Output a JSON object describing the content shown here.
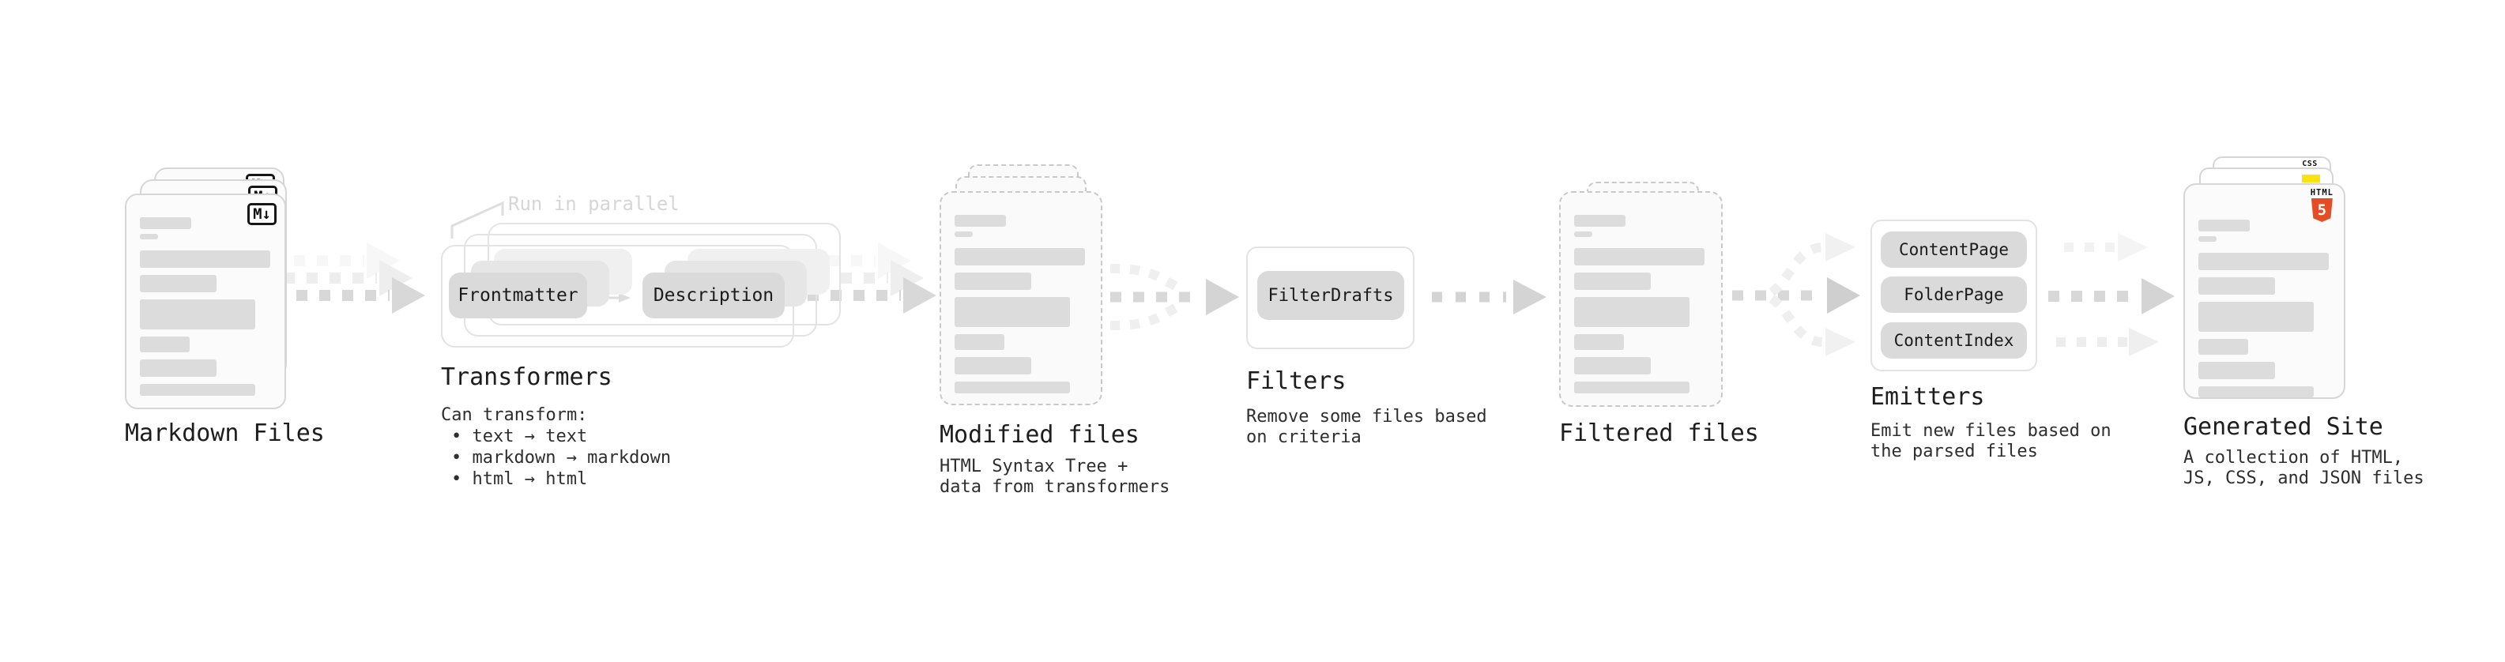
{
  "stages": {
    "markdown_files": {
      "label": "Markdown Files",
      "badge": "M↓"
    },
    "transformers": {
      "annotation": "Run in parallel",
      "frontmatter_box": "Frontmatter",
      "description_box": "Description",
      "label": "Transformers",
      "desc_title": "Can transform:",
      "bullets": [
        "• text → text",
        "• markdown → markdown",
        "• html → html"
      ]
    },
    "modified_files": {
      "label": "Modified files",
      "desc1": "HTML Syntax Tree +",
      "desc2": "data from transformers"
    },
    "filters": {
      "label": "Filters",
      "filter_box": "FilterDrafts",
      "desc1": "Remove some files based",
      "desc2": "on criteria"
    },
    "filtered_files": {
      "label": "Filtered files"
    },
    "emitters": {
      "label": "Emitters",
      "boxes": [
        "ContentPage",
        "FolderPage",
        "ContentIndex"
      ],
      "desc1": "Emit new files based on",
      "desc2": "the parsed files"
    },
    "generated_site": {
      "label": "Generated Site",
      "desc1": "A collection of HTML,",
      "desc2": "JS, CSS, and JSON files",
      "css_badge": "CSS",
      "html_badge": "HTML",
      "html5_number": "5"
    }
  },
  "colors": {
    "arrow_gray": "#d8d8d8",
    "arrow_ghost": "#eeeeee",
    "card_border": "#d6d6d6",
    "bar_gray": "#dcdcdc",
    "box_gray": "#dadada",
    "accent_orange": "#e44d26",
    "accent_yellow": "#ffe10e",
    "accent_blue": "#2563eb"
  }
}
